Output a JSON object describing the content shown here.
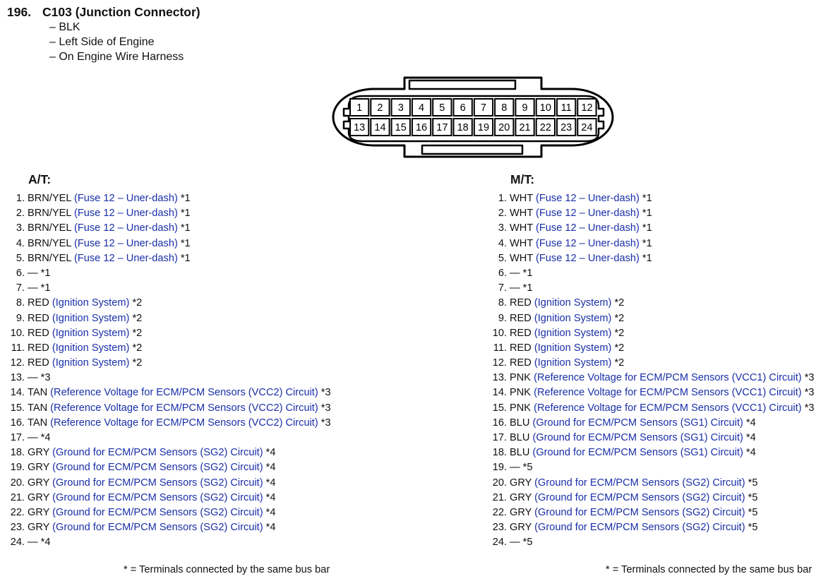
{
  "header": {
    "number": "196.",
    "title": "C103 (Junction Connector)",
    "attributes": [
      "– BLK",
      "– Left Side of Engine",
      "– On Engine Wire Harness"
    ]
  },
  "connector": {
    "top_row": [
      "1",
      "2",
      "3",
      "4",
      "5",
      "6",
      "7",
      "8",
      "9",
      "10",
      "11",
      "12"
    ],
    "bottom_row": [
      "13",
      "14",
      "15",
      "16",
      "17",
      "18",
      "19",
      "20",
      "21",
      "22",
      "23",
      "24"
    ]
  },
  "colors": {
    "description": "#1a2fa8",
    "text": "#111111"
  },
  "at": {
    "heading": "A/T:",
    "rows": [
      {
        "num": "1.",
        "wire": "BRN/YEL",
        "desc": "(Fuse 12 – Uner-dash)",
        "note": "*1"
      },
      {
        "num": "2.",
        "wire": "BRN/YEL",
        "desc": "(Fuse 12 – Uner-dash)",
        "note": "*1"
      },
      {
        "num": "3.",
        "wire": "BRN/YEL",
        "desc": "(Fuse 12 – Uner-dash)",
        "note": "*1"
      },
      {
        "num": "4.",
        "wire": "BRN/YEL",
        "desc": "(Fuse 12 – Uner-dash)",
        "note": "*1"
      },
      {
        "num": "5.",
        "wire": "BRN/YEL",
        "desc": "(Fuse 12 – Uner-dash)",
        "note": "*1"
      },
      {
        "num": "6.",
        "wire": "—",
        "desc": "",
        "note": "*1"
      },
      {
        "num": "7.",
        "wire": "—",
        "desc": "",
        "note": "*1"
      },
      {
        "num": "8.",
        "wire": "RED",
        "desc": "(Ignition System)",
        "note": "*2"
      },
      {
        "num": "9.",
        "wire": "RED",
        "desc": "(Ignition System)",
        "note": "*2"
      },
      {
        "num": "10.",
        "wire": "RED",
        "desc": "(Ignition System)",
        "note": "*2"
      },
      {
        "num": "11.",
        "wire": "RED",
        "desc": "(Ignition System)",
        "note": "*2"
      },
      {
        "num": "12.",
        "wire": "RED",
        "desc": "(Ignition System)",
        "note": "*2"
      },
      {
        "num": "13.",
        "wire": "—",
        "desc": "",
        "note": "*3"
      },
      {
        "num": "14.",
        "wire": "TAN",
        "desc": "(Reference Voltage for ECM/PCM Sensors (VCC2) Circuit)",
        "note": "*3"
      },
      {
        "num": "15.",
        "wire": "TAN",
        "desc": "(Reference Voltage for ECM/PCM Sensors (VCC2) Circuit)",
        "note": "*3"
      },
      {
        "num": "16.",
        "wire": "TAN",
        "desc": "(Reference Voltage for ECM/PCM Sensors (VCC2) Circuit)",
        "note": "*3"
      },
      {
        "num": "17.",
        "wire": "—",
        "desc": "",
        "note": "*4"
      },
      {
        "num": "18.",
        "wire": "GRY",
        "desc": "(Ground for ECM/PCM Sensors (SG2) Circuit)",
        "note": "*4"
      },
      {
        "num": "19.",
        "wire": "GRY",
        "desc": "(Ground for ECM/PCM Sensors (SG2) Circuit)",
        "note": "*4"
      },
      {
        "num": "20.",
        "wire": "GRY",
        "desc": "(Ground for ECM/PCM Sensors (SG2) Circuit)",
        "note": "*4"
      },
      {
        "num": "21.",
        "wire": "GRY",
        "desc": "(Ground for ECM/PCM Sensors (SG2) Circuit)",
        "note": "*4"
      },
      {
        "num": "22.",
        "wire": "GRY",
        "desc": "(Ground for ECM/PCM Sensors (SG2) Circuit)",
        "note": "*4"
      },
      {
        "num": "23.",
        "wire": "GRY",
        "desc": "(Ground for ECM/PCM Sensors (SG2) Circuit)",
        "note": "*4"
      },
      {
        "num": "24.",
        "wire": "—",
        "desc": "",
        "note": "*4"
      }
    ],
    "footnote": "* = Terminals connected by the same bus bar"
  },
  "mt": {
    "heading": "M/T:",
    "rows": [
      {
        "num": "1.",
        "wire": "WHT",
        "desc": "(Fuse 12 – Uner-dash)",
        "note": "*1"
      },
      {
        "num": "2.",
        "wire": "WHT",
        "desc": "(Fuse 12 – Uner-dash)",
        "note": "*1"
      },
      {
        "num": "3.",
        "wire": "WHT",
        "desc": "(Fuse 12 – Uner-dash)",
        "note": "*1"
      },
      {
        "num": "4.",
        "wire": "WHT",
        "desc": "(Fuse 12 – Uner-dash)",
        "note": "*1"
      },
      {
        "num": "5.",
        "wire": "WHT",
        "desc": "(Fuse 12 – Uner-dash)",
        "note": "*1"
      },
      {
        "num": "6.",
        "wire": "—",
        "desc": "",
        "note": "*1"
      },
      {
        "num": "7.",
        "wire": "—",
        "desc": "",
        "note": "*1"
      },
      {
        "num": "8.",
        "wire": "RED",
        "desc": "(Ignition System)",
        "note": "*2"
      },
      {
        "num": "9.",
        "wire": "RED",
        "desc": "(Ignition System)",
        "note": "*2"
      },
      {
        "num": "10.",
        "wire": "RED",
        "desc": "(Ignition System)",
        "note": "*2"
      },
      {
        "num": "11.",
        "wire": "RED",
        "desc": "(Ignition System)",
        "note": "*2"
      },
      {
        "num": "12.",
        "wire": "RED",
        "desc": "(Ignition System)",
        "note": "*2"
      },
      {
        "num": "13.",
        "wire": "PNK",
        "desc": "(Reference Voltage for ECM/PCM Sensors (VCC1) Circuit)",
        "note": "*3"
      },
      {
        "num": "14.",
        "wire": "PNK",
        "desc": "(Reference Voltage for ECM/PCM Sensors (VCC1) Circuit)",
        "note": "*3"
      },
      {
        "num": "15.",
        "wire": "PNK",
        "desc": "(Reference Voltage for ECM/PCM Sensors (VCC1) Circuit)",
        "note": "*3"
      },
      {
        "num": "16.",
        "wire": "BLU",
        "desc": "(Ground for ECM/PCM Sensors (SG1) Circuit)",
        "note": "*4"
      },
      {
        "num": "17.",
        "wire": "BLU",
        "desc": "(Ground for ECM/PCM Sensors (SG1) Circuit)",
        "note": "*4"
      },
      {
        "num": "18.",
        "wire": "BLU",
        "desc": "(Ground for ECM/PCM Sensors (SG1) Circuit)",
        "note": "*4"
      },
      {
        "num": "19.",
        "wire": "—",
        "desc": "",
        "note": "*5"
      },
      {
        "num": "20.",
        "wire": "GRY",
        "desc": "(Ground for ECM/PCM Sensors (SG2) Circuit)",
        "note": "*5"
      },
      {
        "num": "21.",
        "wire": "GRY",
        "desc": "(Ground for ECM/PCM Sensors (SG2) Circuit)",
        "note": "*5"
      },
      {
        "num": "22.",
        "wire": "GRY",
        "desc": "(Ground for ECM/PCM Sensors (SG2) Circuit)",
        "note": "*5"
      },
      {
        "num": "23.",
        "wire": "GRY",
        "desc": "(Ground for ECM/PCM Sensors (SG2) Circuit)",
        "note": "*5"
      },
      {
        "num": "24.",
        "wire": "—",
        "desc": "",
        "note": "*5"
      }
    ],
    "footnote": "* = Terminals connected by the same bus bar"
  }
}
